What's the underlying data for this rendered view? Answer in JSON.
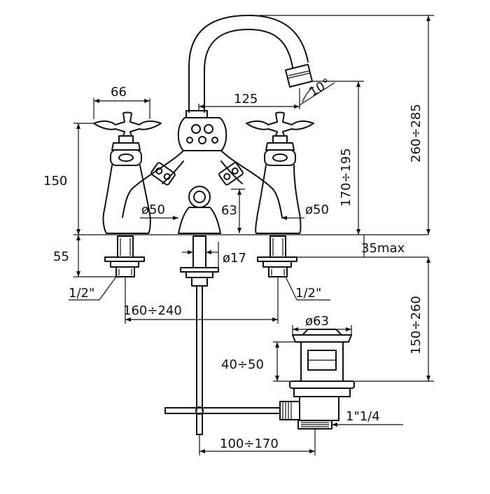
{
  "colors": {
    "ink": "#111111",
    "paper": "#ffffff"
  },
  "dimensions": {
    "handle_span": "66",
    "spout_reach": "125",
    "spout_angle": "10°",
    "valve_height": "150",
    "spout_height": "170÷195",
    "overall_height": "260÷285",
    "shank_length": "55",
    "base_dia_left": "ø50",
    "base_dia_right": "ø50",
    "center_body_height": "63",
    "rod_dia": "ø17",
    "deck_max": "35max",
    "thread_left": "1/2\"",
    "thread_right": "1/2\"",
    "centers": "160÷240",
    "waste_dia": "ø63",
    "waste_range": "40÷50",
    "below_deck": "150÷260",
    "waste_thread": "1\"1/4",
    "rod_offset": "100÷170"
  }
}
